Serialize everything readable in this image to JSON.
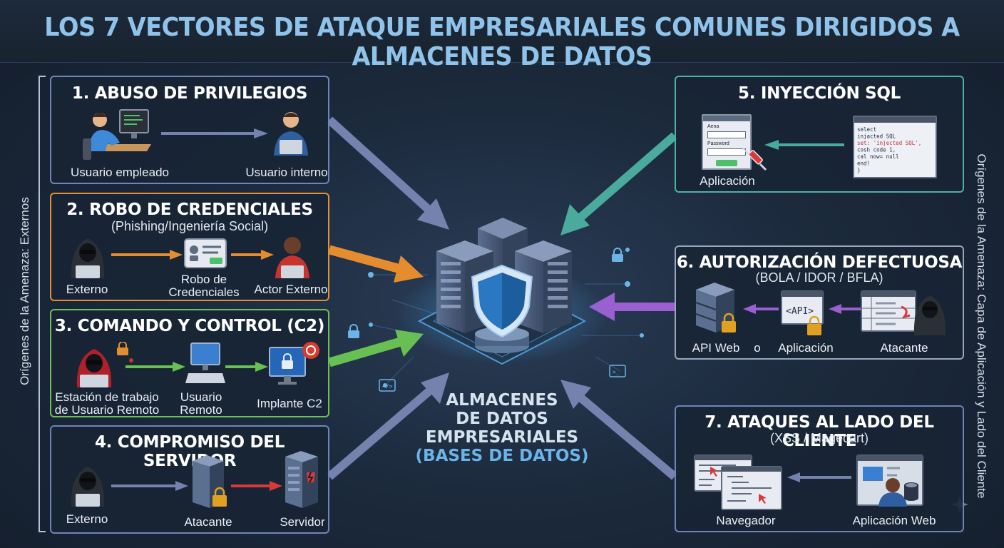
{
  "title": "LOS 7 VECTORES DE ATAQUE EMPRESARIALES COMUNES DIRIGIDOS A ALMACENES DE DATOS",
  "side_labels": {
    "left": "Orígenes de la Amenaza: Externos",
    "right": "Orígenes de la Amenaza: Capa de Aplicación y Lado del Cliente"
  },
  "center": {
    "line1": "ALMACENES",
    "line2": "DE DATOS",
    "line3": "EMPRESARIALES",
    "line4": "(BASES DE DATOS)"
  },
  "panels": [
    {
      "title": "1. ABUSO DE PRIVILEGIOS",
      "labels": [
        "Usuario empleado",
        "Usuario interno"
      ]
    },
    {
      "title": "2. ROBO DE CREDENCIALES",
      "subtitle": "(Phishing/Ingeniería Social)",
      "labels": [
        "Externo",
        "Robo de",
        "Credenciales",
        "Actor Externo"
      ]
    },
    {
      "title": "3. COMANDO Y CONTROL (C2)",
      "labels": [
        "Estación de trabajo",
        "de Usuario Remoto",
        "Usuario",
        "Remoto",
        "Implante C2"
      ]
    },
    {
      "title": "4. COMPROMISO DEL SERVIDOR",
      "labels": [
        "Externo",
        "Atacante",
        "Servidor"
      ]
    },
    {
      "title": "5. INYECCIÓN SQL",
      "labels": [
        "Aplicación"
      ],
      "form_labels": [
        "Aena",
        "Password"
      ]
    },
    {
      "title": "6. AUTORIZACIÓN DEFECTUOSA",
      "subtitle": "(BOLA / IDOR / BFLA)",
      "labels": [
        "API Web",
        "o",
        "Aplicación",
        "Atacante"
      ]
    },
    {
      "title": "7. ATAQUES AL LADO DEL CLIENTE",
      "subtitle": "(XSS / Magecart)",
      "labels": [
        "Navegador",
        "Aplicación Web"
      ]
    }
  ],
  "code_snippet": [
    "select",
    "  injacted SQL",
    "    set: 'injected SQL',",
    "    cosh code 1,",
    "    cal now= null",
    "  end!",
    "}"
  ],
  "colors": {
    "title": "#8fc3ea",
    "panel1": "#6f84b8",
    "panel2": "#e0903a",
    "panel3": "#6fbe5c",
    "panel4": "#6f84b8",
    "panel5": "#4fb0a6",
    "panel6": "#9aa6be",
    "panel7": "#6f84b8",
    "arrow_purple": "#9a5fd0",
    "center_sub": "#6ab4e8"
  },
  "icons": [
    "employee-icon",
    "internal-user-icon",
    "hacker-icon",
    "credential-card-icon",
    "external-actor-icon",
    "lock-icon",
    "computer-icon",
    "c2-monitor-icon",
    "server-icon",
    "login-form-icon",
    "syringe-icon",
    "code-window-icon",
    "api-icon",
    "browser-window-icon",
    "database-icon",
    "shield-icon"
  ]
}
